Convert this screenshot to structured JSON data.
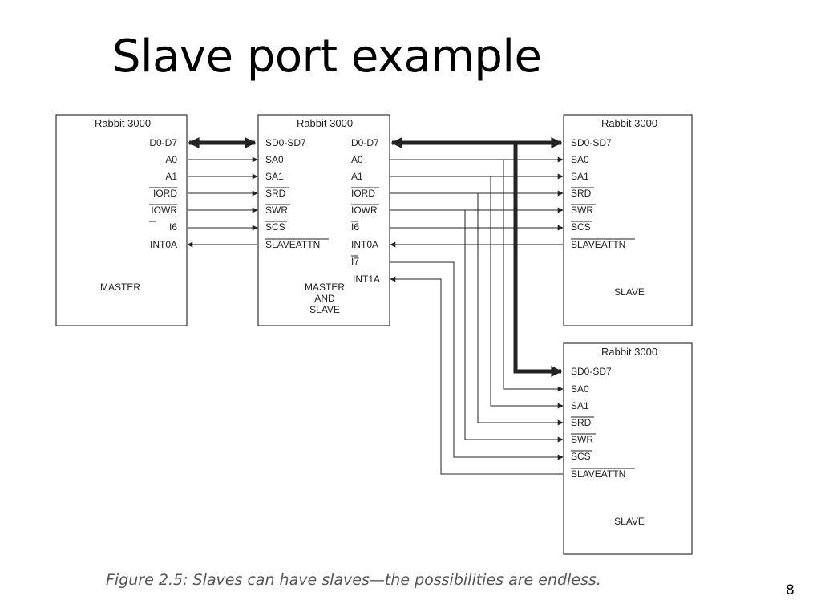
{
  "slide": {
    "title": "Slave port example",
    "caption": "Figure 2.5: Slaves can have slaves—the possibilities are endless.",
    "page_number": "8"
  },
  "diagram": {
    "master": {
      "title": "Rabbit 3000",
      "role": "MASTER",
      "pins": [
        "D0-D7",
        "A0",
        "A1",
        "IORD",
        "IOWR",
        "I6",
        "INT0A"
      ]
    },
    "master_and_slave": {
      "title": "Rabbit 3000",
      "role_lines": [
        "MASTER",
        "AND",
        "SLAVE"
      ],
      "slave_pins": [
        "SD0-SD7",
        "SA0",
        "SA1",
        "SRD",
        "SWR",
        "SCS",
        "SLAVEATTN"
      ],
      "master_pins": [
        "D0-D7",
        "A0",
        "A1",
        "IORD",
        "IOWR",
        "I6",
        "INT0A",
        "I7",
        "INT1A"
      ]
    },
    "slave_1": {
      "title": "Rabbit 3000",
      "role": "SLAVE",
      "pins": [
        "SD0-SD7",
        "SA0",
        "SA1",
        "SRD",
        "SWR",
        "SCS",
        "SLAVEATTN"
      ]
    },
    "slave_2": {
      "title": "Rabbit 3000",
      "role": "SLAVE",
      "pins": [
        "SD0-SD7",
        "SA0",
        "SA1",
        "SRD",
        "SWR",
        "SCS",
        "SLAVEATTN"
      ]
    }
  }
}
